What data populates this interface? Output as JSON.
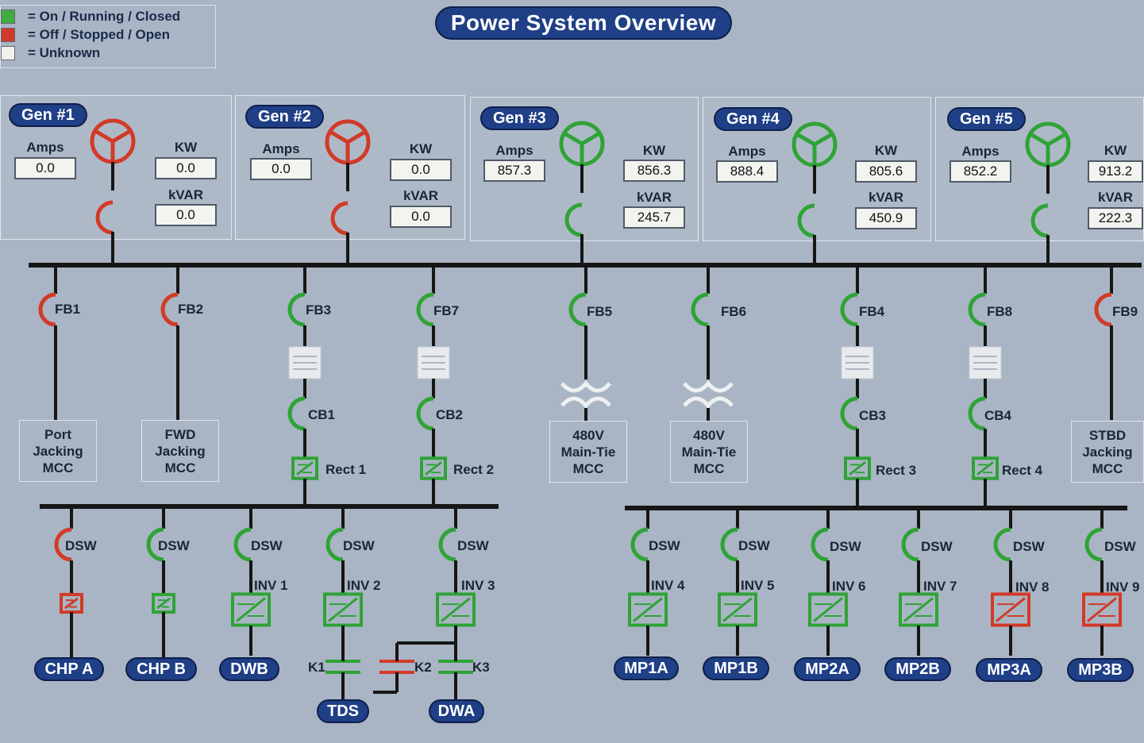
{
  "title": "Power System Overview",
  "legend": [
    {
      "color": "#3fae3f",
      "label": "= On / Running / Closed"
    },
    {
      "color": "#d03a2a",
      "label": "= Off / Stopped / Open"
    },
    {
      "color": "#f1f1ec",
      "label": "= Unknown"
    }
  ],
  "colors": {
    "on": "#2fa336",
    "off": "#d23a28",
    "unknown": "#e8ebee",
    "line": "#161616"
  },
  "generators": [
    {
      "name": "Gen #1",
      "amps_label": "Amps",
      "amps": "0.0",
      "kw_label": "KW",
      "kw": "0.0",
      "kvar_label": "kVAR",
      "kvar": "0.0",
      "status": "off"
    },
    {
      "name": "Gen #2",
      "amps_label": "Amps",
      "amps": "0.0",
      "kw_label": "KW",
      "kw": "0.0",
      "kvar_label": "kVAR",
      "kvar": "0.0",
      "status": "off"
    },
    {
      "name": "Gen #3",
      "amps_label": "Amps",
      "amps": "857.3",
      "kw_label": "KW",
      "kw": "856.3",
      "kvar_label": "kVAR",
      "kvar": "245.7",
      "status": "on"
    },
    {
      "name": "Gen #4",
      "amps_label": "Amps",
      "amps": "888.4",
      "kw_label": "KW",
      "kw": "805.6",
      "kvar_label": "kVAR",
      "kvar": "450.9",
      "status": "on"
    },
    {
      "name": "Gen #5",
      "amps_label": "Amps",
      "amps": "852.2",
      "kw_label": "KW",
      "kw": "913.2",
      "kvar_label": "kVAR",
      "kvar": "222.3",
      "status": "on"
    }
  ],
  "feeders": [
    {
      "label": "FB1",
      "status": "off",
      "load": "Port Jacking MCC"
    },
    {
      "label": "FB2",
      "status": "off",
      "load": "FWD Jacking MCC"
    },
    {
      "label": "FB3",
      "status": "on",
      "cb": "CB1",
      "rect": "Rect 1"
    },
    {
      "label": "FB7",
      "status": "on",
      "cb": "CB2",
      "rect": "Rect 2"
    },
    {
      "label": "FB5",
      "status": "on",
      "load": "480V Main-Tie MCC"
    },
    {
      "label": "FB6",
      "status": "on",
      "load": "480V Main-Tie MCC"
    },
    {
      "label": "FB4",
      "status": "on",
      "cb": "CB3",
      "rect": "Rect 3"
    },
    {
      "label": "FB8",
      "status": "on",
      "cb": "CB4",
      "rect": "Rect 4"
    },
    {
      "label": "FB9",
      "status": "off",
      "load": "STBD Jacking MCC"
    }
  ],
  "mcc_lines": {
    "port": [
      "Port",
      "Jacking",
      "MCC"
    ],
    "fwd": [
      "FWD",
      "Jacking",
      "MCC"
    ],
    "tie1": [
      "480V",
      "Main-Tie",
      "MCC"
    ],
    "tie2": [
      "480V",
      "Main-Tie",
      "MCC"
    ],
    "stbd": [
      "STBD",
      "Jacking",
      "MCC"
    ]
  },
  "drives": [
    {
      "dsw": "DSW",
      "status": "off",
      "inv": "",
      "load": "CHP A",
      "inv_status": "off"
    },
    {
      "dsw": "DSW",
      "status": "on",
      "inv": "",
      "load": "CHP B",
      "inv_status": "on"
    },
    {
      "dsw": "DSW",
      "status": "on",
      "inv": "INV 1",
      "load": "DWB",
      "inv_status": "on"
    },
    {
      "dsw": "DSW",
      "status": "on",
      "inv": "INV 2",
      "load": "",
      "inv_status": "on"
    },
    {
      "dsw": "DSW",
      "status": "on",
      "inv": "INV 3",
      "load": "",
      "inv_status": "on"
    },
    {
      "dsw": "DSW",
      "status": "on",
      "inv": "INV 4",
      "load": "MP1A",
      "inv_status": "on"
    },
    {
      "dsw": "DSW",
      "status": "on",
      "inv": "INV 5",
      "load": "MP1B",
      "inv_status": "on"
    },
    {
      "dsw": "DSW",
      "status": "on",
      "inv": "INV 6",
      "load": "MP2A",
      "inv_status": "on"
    },
    {
      "dsw": "DSW",
      "status": "on",
      "inv": "INV 7",
      "load": "MP2B",
      "inv_status": "on"
    },
    {
      "dsw": "DSW",
      "status": "on",
      "inv": "INV 8",
      "load": "MP3A",
      "inv_status": "off"
    },
    {
      "dsw": "DSW",
      "status": "on",
      "inv": "INV 9",
      "load": "MP3B",
      "inv_status": "off"
    }
  ],
  "contactors": [
    {
      "label": "K1",
      "status": "on"
    },
    {
      "label": "K2",
      "status": "off"
    },
    {
      "label": "K3",
      "status": "on"
    }
  ],
  "bottom_loads": [
    "TDS",
    "DWA"
  ]
}
